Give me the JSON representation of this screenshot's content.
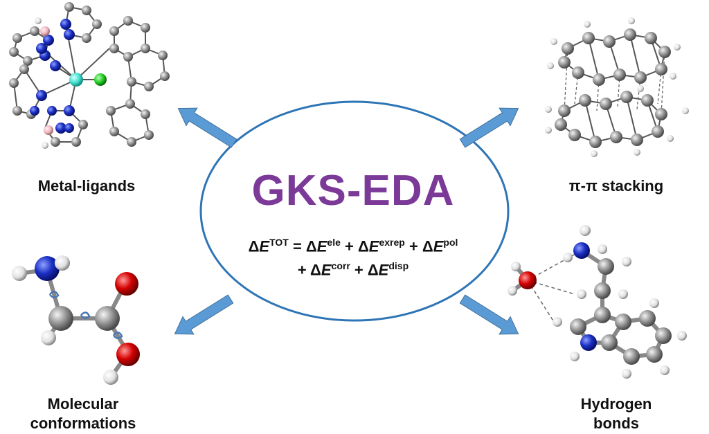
{
  "title": "GKS-EDA",
  "equation": {
    "line1": {
      "d": "Δ",
      "e": "E",
      "tot": "TOT",
      "eq": " = ",
      "ele": "ele",
      "exrep": "exrep",
      "pol": "pol",
      "plus": " + "
    },
    "line2": {
      "corr": "corr",
      "disp": "disp"
    }
  },
  "labels": {
    "metal": "Metal-ligands",
    "pi": "π-π stacking",
    "molecular_1": "Molecular",
    "molecular_2": "conformations",
    "hydrogen_1": "Hydrogen",
    "hydrogen_2": "bonds"
  },
  "colors": {
    "title": "#7b3a98",
    "ellipse": "#2e75b6",
    "arrow": "#5b9bd5",
    "carbon": "#8c8c8c",
    "nitrogen": "#1a2fc4",
    "oxygen": "#d40000",
    "hydrogen": "#e6e6e6",
    "chlorine": "#22cc22",
    "metal": "#40e0d0",
    "boron": "#f0b8c0"
  }
}
